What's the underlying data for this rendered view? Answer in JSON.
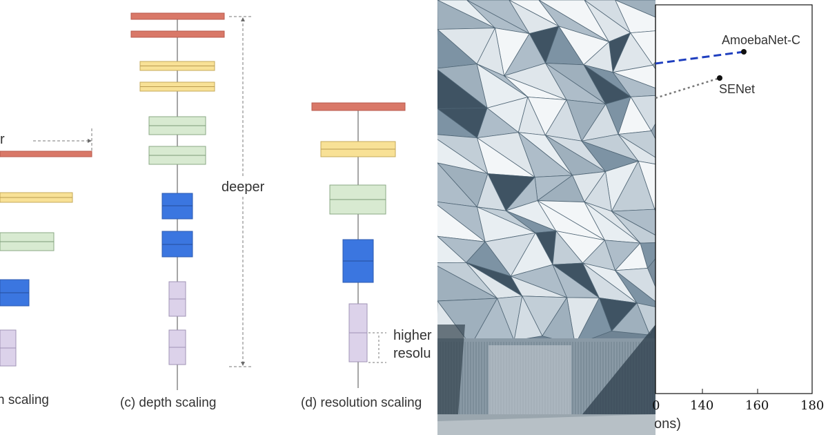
{
  "diagram": {
    "captions": {
      "width_partial": "n scaling",
      "depth": "(c) depth scaling",
      "resolution": "(d) resolution scaling"
    },
    "labels": {
      "wider_partial": "r",
      "deeper": "deeper",
      "higher": "higher",
      "resolution": "resolu"
    },
    "colors": {
      "red": "#d97868",
      "yellow": "#f8e196",
      "green": "#d8ead1",
      "blue": "#3b76e0",
      "lavender": "#dcd2ea"
    }
  },
  "photo": {
    "subject": "geometric triangular facade"
  },
  "chart_data": {
    "type": "scatter",
    "x_ticks": [
      "0",
      "140",
      "160",
      "180"
    ],
    "xlabel_partial": "ons)",
    "points": [
      {
        "label": "AmoebaNet-C",
        "x": 155,
        "y": null
      },
      {
        "label": "SENet",
        "x": 146,
        "y": null
      }
    ],
    "series": [
      {
        "style": "dashed",
        "color": "#1f3fbf"
      },
      {
        "style": "dotted",
        "color": "#777777"
      }
    ]
  }
}
